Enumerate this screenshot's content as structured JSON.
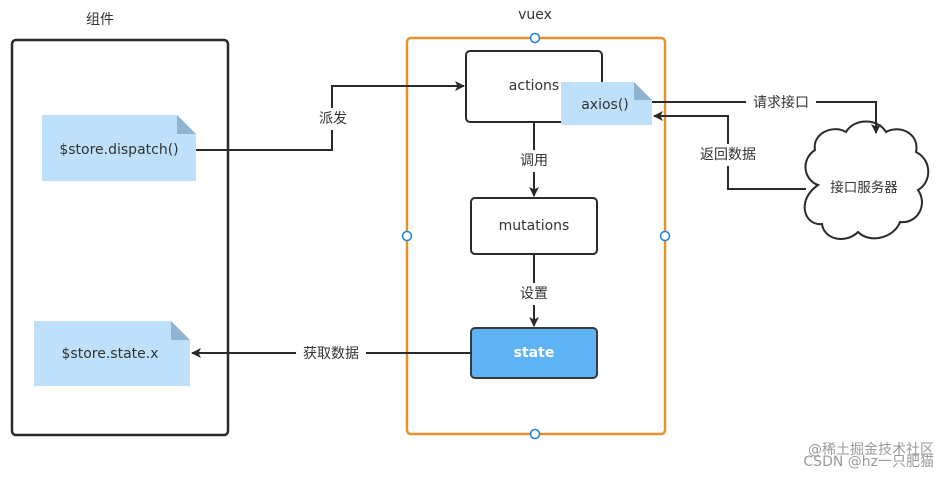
{
  "labels": {
    "component_title": "组件",
    "vuex_title": "vuex"
  },
  "nodes": {
    "dispatch": "$store.dispatch()",
    "state_x": "$store.state.x",
    "actions": "actions",
    "axios": "axios()",
    "mutations": "mutations",
    "state": "state",
    "server": "接口服务器"
  },
  "edges": {
    "dispatch_to_actions": "派发",
    "actions_to_mutations": "调用",
    "mutations_to_state": "设置",
    "state_to_component": "获取数据",
    "axios_to_server": "请求接口",
    "server_to_axios": "返回数据"
  },
  "watermark": {
    "line1": "@稀土掘金技术社区",
    "line2": "CSDN @hz一只肥猫"
  },
  "colors": {
    "vuex_border": "#e8912b",
    "note_fill": "#bfe0fa",
    "state_fill": "#5eb3f4",
    "state_border": "#3a3a3a",
    "handle_stroke": "#1e7fd9"
  }
}
